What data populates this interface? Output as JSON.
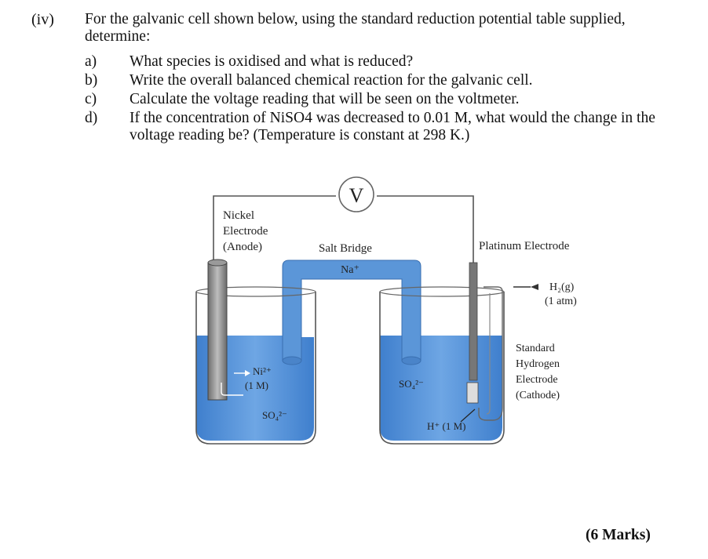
{
  "question": {
    "number": "(iv)",
    "intro": "For the galvanic cell shown below, using the standard reduction potential table supplied, determine:",
    "parts": [
      {
        "letter": "a)",
        "text": "What species is oxidised and what is reduced?"
      },
      {
        "letter": "b)",
        "text": "Write the overall balanced chemical reaction for the galvanic cell."
      },
      {
        "letter": "c)",
        "text": "Calculate the voltage reading that will be seen on the voltmeter."
      },
      {
        "letter": "d)",
        "text": "If the concentration of NiSO4 was decreased to 0.01 M, what would the change in the voltage reading be? (Temperature is constant at 298 K.)"
      }
    ],
    "marks": "(6 Marks)"
  },
  "diagram": {
    "voltmeter": "V",
    "left_electrode": {
      "line1": "Nickel",
      "line2": "Electrode",
      "line3": "(Anode)"
    },
    "salt_bridge": {
      "label": "Salt Bridge",
      "ion": "Na⁺"
    },
    "right_electrode": "Platinum Electrode",
    "gas_inlet": {
      "line1": "H₂(g)",
      "line2": "(1 atm)"
    },
    "she_label": {
      "line1": "Standard",
      "line2": "Hydrogen",
      "line3": "Electrode",
      "line4": "(Cathode)"
    },
    "left_solution": {
      "ion": "Ni²⁺",
      "conc": "(1 M)",
      "anion": "SO₄²⁻"
    },
    "right_solution": {
      "anion": "SO₄²⁻",
      "ion_conc": "H⁺ (1 M)"
    },
    "colors": {
      "solution": "#4f8fd6",
      "solution_light": "#8fb9ea",
      "glass": "#555555",
      "electrode": "#8a8a8a",
      "bridge": "#5b96d8"
    }
  }
}
